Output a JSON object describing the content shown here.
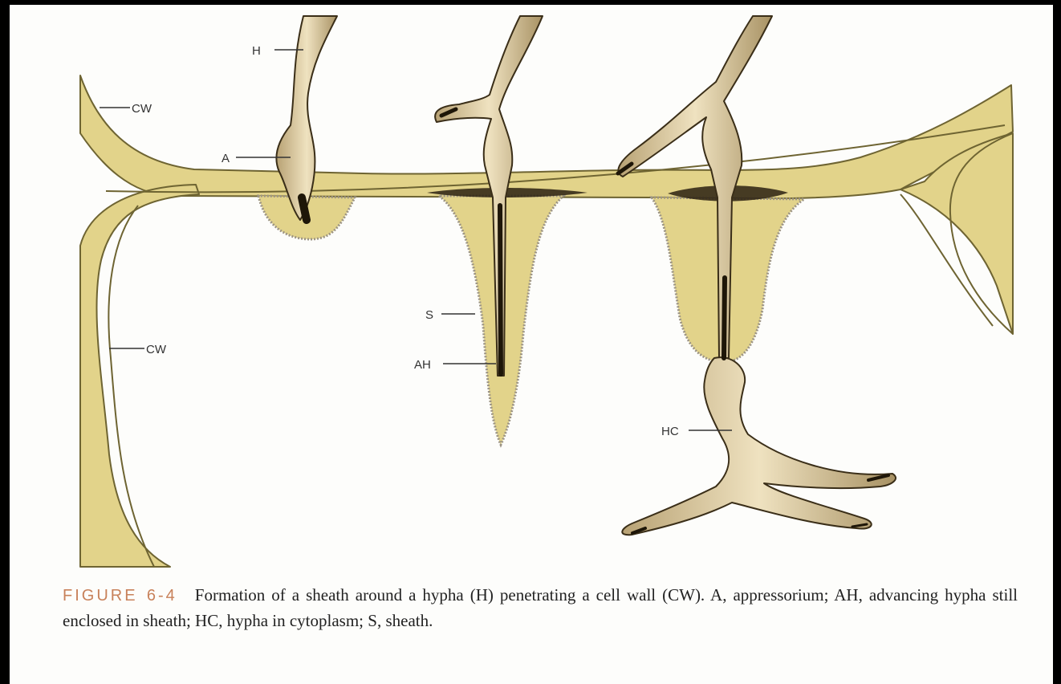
{
  "colors": {
    "background": "#000000",
    "page": "#fdfdfb",
    "cell_wall": "#e2d38a",
    "wall_outline": "#6e6432",
    "hypha": "#d9c59a",
    "dark": "#2a2010",
    "figure_number": "#c8815a"
  },
  "labels": {
    "h": "H",
    "cw_top": "CW",
    "a": "A",
    "cw_left": "CW",
    "s": "S",
    "ah": "AH",
    "hc": "HC"
  },
  "caption": {
    "figure_number": "FIGURE 6-4",
    "text": "Formation of a sheath around a hypha (H) penetrating a cell wall (CW). A, appressorium; AH, advancing hypha still enclosed in sheath; HC, hypha in cytoplasm; S, sheath."
  }
}
